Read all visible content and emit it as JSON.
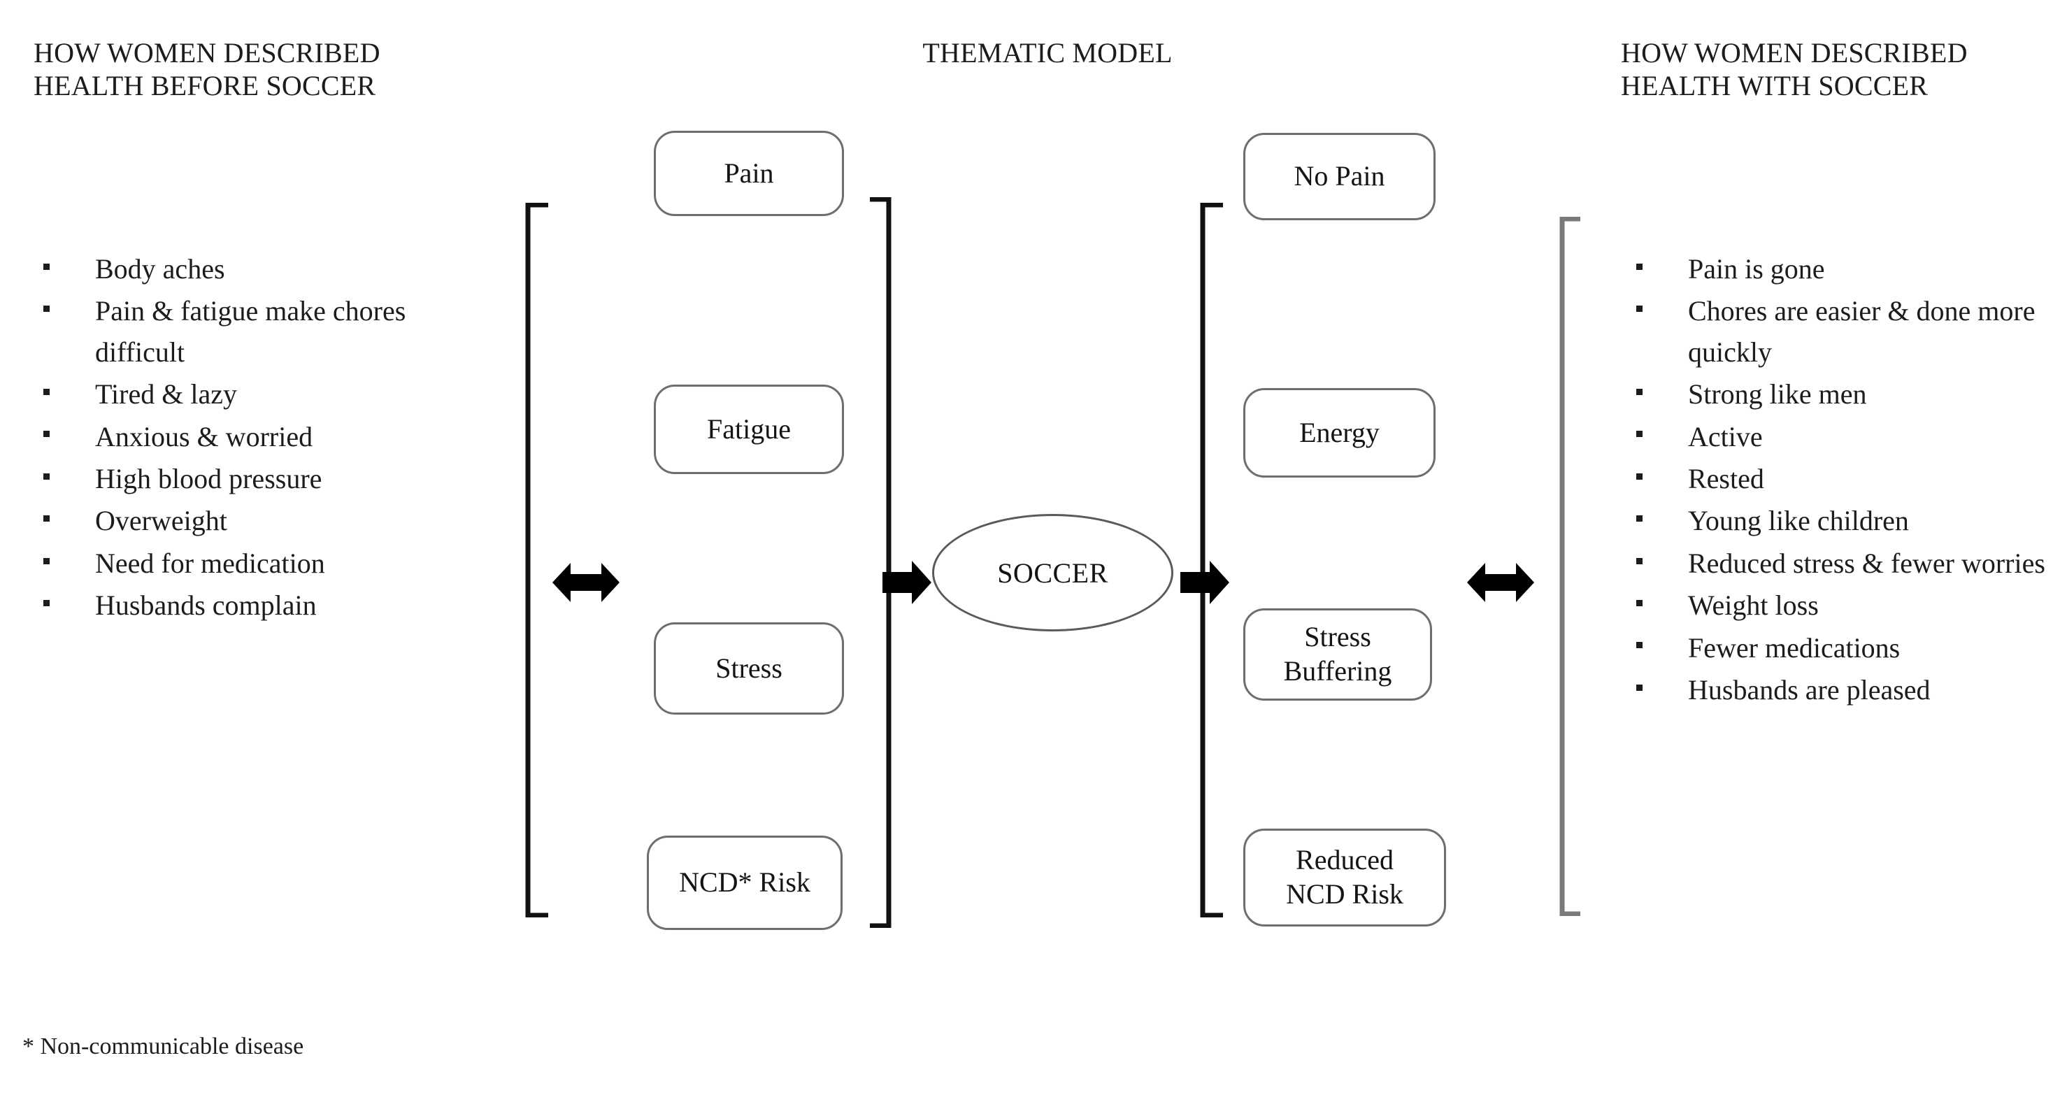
{
  "headings": {
    "left": "HOW WOMEN DESCRIBED\nHEALTH BEFORE SOCCER",
    "middle": "THEMATIC MODEL",
    "right": "HOW WOMEN DESCRIBED\nHEALTH WITH SOCCER"
  },
  "before_list": [
    "Body aches",
    "Pain & fatigue make chores difficult",
    "Tired & lazy",
    "Anxious & worried",
    "High blood pressure",
    "Overweight",
    "Need for medication",
    "Husbands complain"
  ],
  "after_list": [
    "Pain is gone",
    "Chores are easier & done more quickly",
    "Strong like men",
    "Active",
    "Rested",
    "Young like children",
    "Reduced stress & fewer worries",
    "Weight loss",
    "Fewer medications",
    "Husbands are pleased"
  ],
  "model": {
    "before_boxes": [
      "Pain",
      "Fatigue",
      "Stress",
      "NCD* Risk"
    ],
    "center_node": "SOCCER",
    "after_boxes": [
      "No Pain",
      "Energy",
      "Stress\nBuffering",
      "Reduced\nNCD Risk"
    ]
  },
  "footnote": "* Non-communicable disease",
  "colors": {
    "text": "#1c1c1c",
    "box_border": "#6e6e6e",
    "oval_border": "#5a5a5a",
    "bracket_dark": "#111111",
    "bracket_light": "#7a7a7a",
    "arrow": "#000000",
    "background": "#ffffff"
  }
}
